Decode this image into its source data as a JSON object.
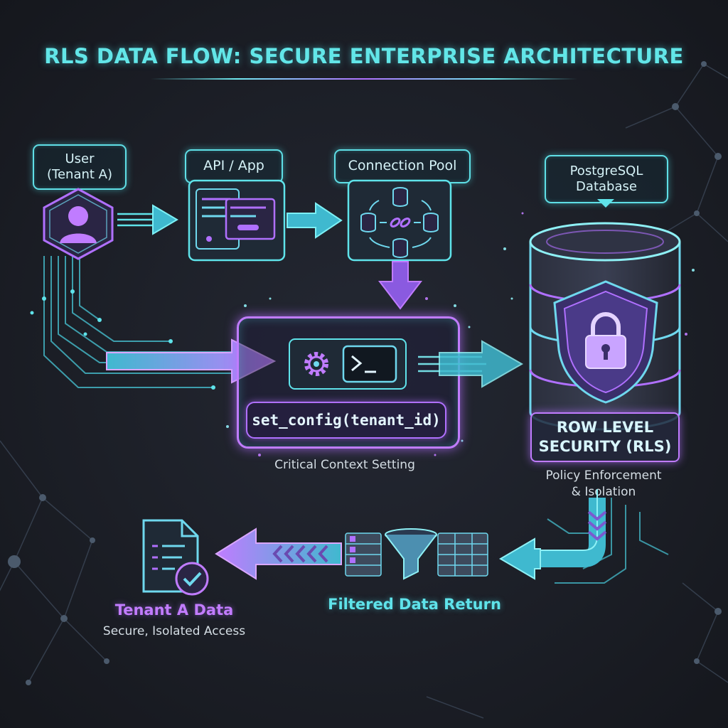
{
  "title": "RLS DATA FLOW: SECURE ENTERPRISE ARCHITECTURE",
  "nodes": {
    "user": {
      "label": "User\n(Tenant A)",
      "icon": "user-icon"
    },
    "api": {
      "label": "API / App",
      "icon": "app-window-icon"
    },
    "pool": {
      "label": "Connection Pool",
      "icon": "database-pool-icon"
    },
    "database": {
      "label": "PostgreSQL\nDatabase",
      "icon": "database-icon"
    },
    "context": {
      "code": "set_config(tenant_id)",
      "caption": "Critical Context Setting",
      "icons": [
        "gear-icon",
        "terminal-icon"
      ]
    },
    "rls": {
      "label": "ROW LEVEL\nSECURITY (RLS)",
      "caption": "Policy Enforcement\n& Isolation",
      "icon": "shield-lock-icon"
    },
    "filter": {
      "label": "Filtered Data Return",
      "icon": "funnel-icon"
    },
    "result": {
      "label": "Tenant A Data",
      "caption": "Secure, Isolated Access",
      "icon": "document-check-icon"
    }
  },
  "colors": {
    "background": "#1a1d24",
    "cyan": "#5fe3ea",
    "purple": "#b070ff",
    "text": "#d4dde4"
  }
}
